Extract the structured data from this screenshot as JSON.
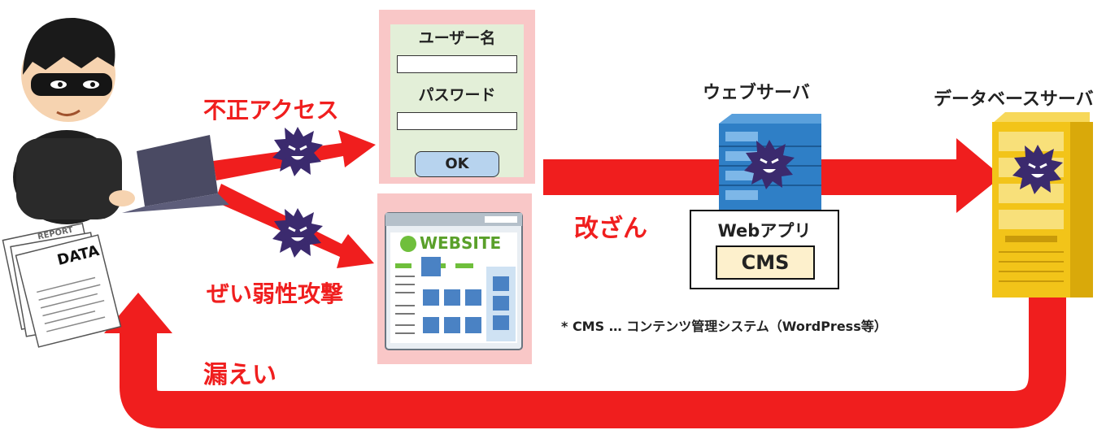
{
  "labels": {
    "unauthorized_access": "不正アクセス",
    "vulnerability_attack": "ぜい弱性攻撃",
    "tampering": "改ざん",
    "leak": "漏えい",
    "web_server": "ウェブサーバ",
    "db_server": "データベースサーバ",
    "footnote": "* CMS … コンテンツ管理システム（WordPress等）"
  },
  "login_form": {
    "username_label": "ユーザー名",
    "password_label": "パスワード",
    "ok_label": "OK"
  },
  "website": {
    "banner": "WEBSITE"
  },
  "web_app": {
    "title": "Webアプリ",
    "cms": "CMS"
  },
  "documents": {
    "data_label": "DATA",
    "report_label": "REPORT"
  },
  "colors": {
    "arrow_red": "#f01e1e",
    "virus_purple": "#3b2a6e",
    "login_bg": "#e3efd8",
    "panel_pink": "#f9c7c7",
    "web_server_blue": "#2f7fc6",
    "db_server_gold": "#f2c419"
  }
}
